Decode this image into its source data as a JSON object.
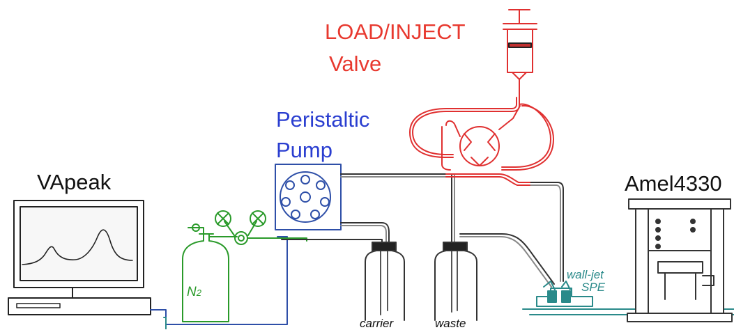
{
  "labels": {
    "valve_line1": "LOAD/INJECT",
    "valve_line2": "Valve",
    "pump_line1": "Peristaltic",
    "pump_line2": "Pump",
    "computer": "VApeak",
    "potentiostat": "Amel4330",
    "n2_symbol": "N",
    "n2_subscript": "2",
    "walljet_line1": "wall-jet",
    "walljet_line2": "SPE",
    "carrier": "carrier",
    "waste": "waste"
  },
  "colors": {
    "valve": "#e8392f",
    "pump": "#2a3ed0",
    "gas": "#2a9a2a",
    "detector": "#2a8a8a",
    "tubing": "#333333"
  },
  "icons": [
    "computer-monitor-icon",
    "n2-cylinder-icon",
    "peristaltic-pump-icon",
    "syringe-icon",
    "injection-valve-icon",
    "carrier-bottle-icon",
    "waste-bottle-icon",
    "wall-jet-spe-icon",
    "potentiostat-icon"
  ]
}
